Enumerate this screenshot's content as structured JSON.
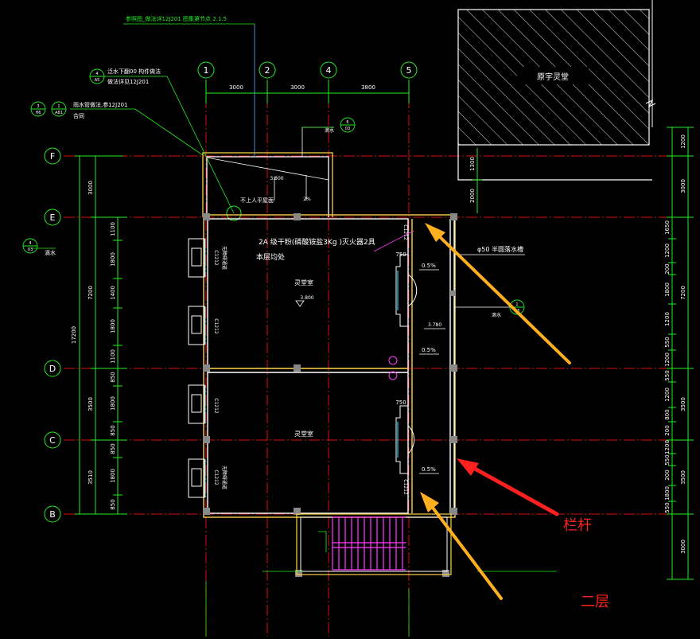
{
  "axes_cols": [
    "1",
    "2",
    "4",
    "5"
  ],
  "axes_rows": [
    "F",
    "E",
    "D",
    "C",
    "B"
  ],
  "dims_top": [
    "3000",
    "3000",
    "3800"
  ],
  "dims_left_total": "17200",
  "dims_left_outer": [
    "3000",
    "7200",
    "3500",
    "3510"
  ],
  "dims_left_inner": [
    "1100",
    "1800",
    "1400",
    "1800",
    "1100",
    "850",
    "1800",
    "850",
    "850",
    "1800",
    "850"
  ],
  "dims_right_outer": [
    "1200",
    "3000",
    "7200",
    "3500",
    "3500",
    "3000"
  ],
  "dims_right_inner": [
    "1650",
    "1200",
    "200",
    "1800",
    "1200",
    "550",
    "1200",
    "550",
    "1200",
    "800",
    "200",
    "1200",
    "550",
    "200",
    "1800",
    "550"
  ],
  "note_top": "参照图_做法详12J201 图集第节点 2.1.5",
  "note_drain": "泛水下翻00  构件做法",
  "note_drain2": "做法详见12J201",
  "note_water": "雨水管做法,参12J201",
  "note_water2": "合同",
  "note_fire": "2A 级干粉(磷酸铵盐3Kg )灭火器2具",
  "note_fire2": "本层均处",
  "note_gutter": "φ50 半圆落水槽",
  "note_roof": "不上人平屋面",
  "room_top_right": "原宇灵堂",
  "room1": "灵堂室",
  "room2": "灵堂室",
  "elev1": "3.800",
  "elev2": "3.800",
  "elev3": "3.780",
  "slope1": "2%",
  "slope2": "0.5%",
  "slope3": "0.5%",
  "slope4": "0.5%",
  "label_pipe": "滴水",
  "label_pipe2": "滴水",
  "label_pipe3": "滴水",
  "dim_750a": "750",
  "dim_750b": "750",
  "dim_1300": "1300",
  "dim_2000": "2000",
  "win_labels": [
    "C1212",
    "C1212",
    "C1212",
    "C1212",
    "C1212",
    "C1212"
  ],
  "win_note": "无障碍通道",
  "bubbles": [
    {
      "top": "4",
      "bottom": "A5"
    },
    {
      "top": "3",
      "bottom": "H6"
    },
    {
      "top": "1",
      "bottom": "A81"
    },
    {
      "top": "6",
      "bottom": "03"
    },
    {
      "top": "4",
      "bottom": "03"
    },
    {
      "top": "1",
      "bottom": "03"
    }
  ],
  "annotation_rail": "栏杆",
  "annotation_floor": "二层",
  "colors": {
    "axis": "#ff2a2a",
    "dim": "#22ee22",
    "wall": "#ffd24a",
    "text": "#ffffff",
    "stair": "#ff3cff",
    "arrow_yellow": "#ffb020",
    "arrow_red": "#ff2020"
  }
}
